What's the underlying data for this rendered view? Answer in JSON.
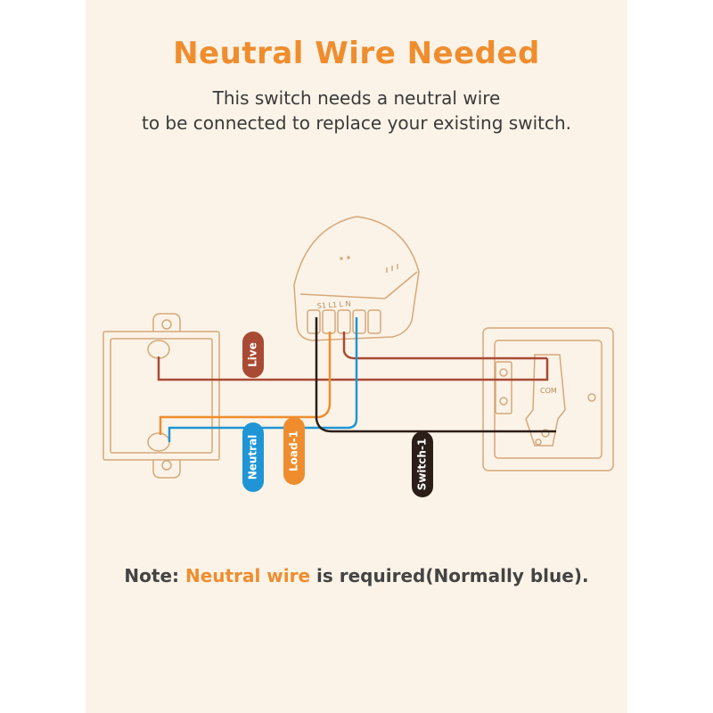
{
  "title": "Neutral Wire Needed",
  "subtitle": {
    "line1": "This switch needs a neutral wire",
    "line2": "to be connected to replace your existing switch."
  },
  "note": {
    "prefix": "Note:",
    "highlight": "Neutral wire",
    "suffix": "is required(Normally blue)."
  },
  "module_terminals": "S1 L1 L N",
  "switch_terminal": "COM",
  "wires": {
    "live": {
      "label": "Live",
      "color": "#a94a35"
    },
    "neutral": {
      "label": "Neutral",
      "color": "#1f95d6"
    },
    "load": {
      "label": "Load-1",
      "color": "#ef8d2e"
    },
    "switch": {
      "label": "Switch-1",
      "color": "#2b1d17"
    }
  },
  "colors": {
    "background": "#fbf3e7",
    "accent": "#ef8d2e",
    "outline": "#d6a87a"
  }
}
